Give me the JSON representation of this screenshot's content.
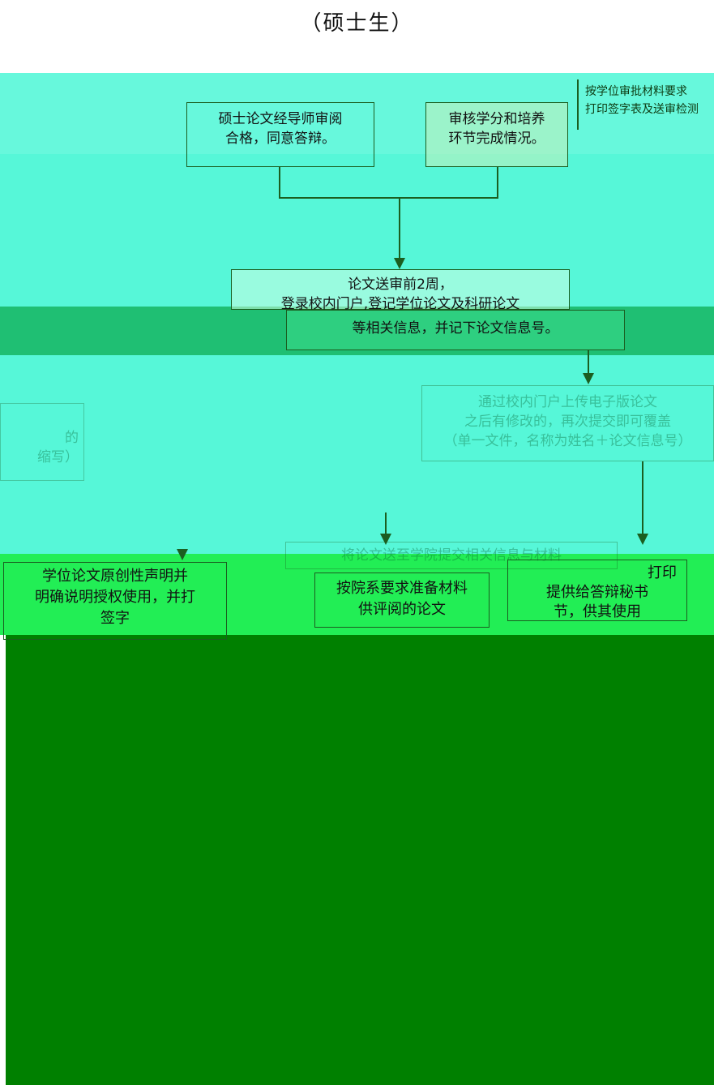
{
  "title": "（硕士生）",
  "colors": {
    "background_top": "#ffffff",
    "band_cyan": "#56f7d8",
    "band_green": "#00ff33",
    "dark_green": "#008000",
    "line": "#1b5e20"
  },
  "box_advisor": [
    "硕士论文经导师审阅",
    "合格，同意答辩。"
  ],
  "box_credits": [
    "审核学分和培养",
    "环节完成情况。"
  ],
  "side_note": [
    "按学位审批材料要求",
    "打印签字表及送审检测"
  ],
  "box_register": [
    "论文送审前2周，",
    "登录校内门户,登记学位论文及科研论文",
    "等相关信息，并记下论文信息号。"
  ],
  "box_upload": [
    "通过校内门户上传电子版论文",
    "之后有修改的，再次提交即可覆盖",
    "（单一文件，名称为姓名＋论文信息号）"
  ],
  "left_fragment": [
    "的",
    "缩写）"
  ],
  "box_print_left": [
    "学位论文原创性声明并",
    "明确说明授权使用，并打",
    "签字"
  ],
  "box_middle": [
    "按院系要求准备材料",
    "供评阅的论文"
  ],
  "box_right": [
    "打印",
    "提供给答辩秘书",
    "节，供其使用"
  ],
  "box_upper_middle": [
    "将论文送至学院提交相关信息与材料"
  ]
}
